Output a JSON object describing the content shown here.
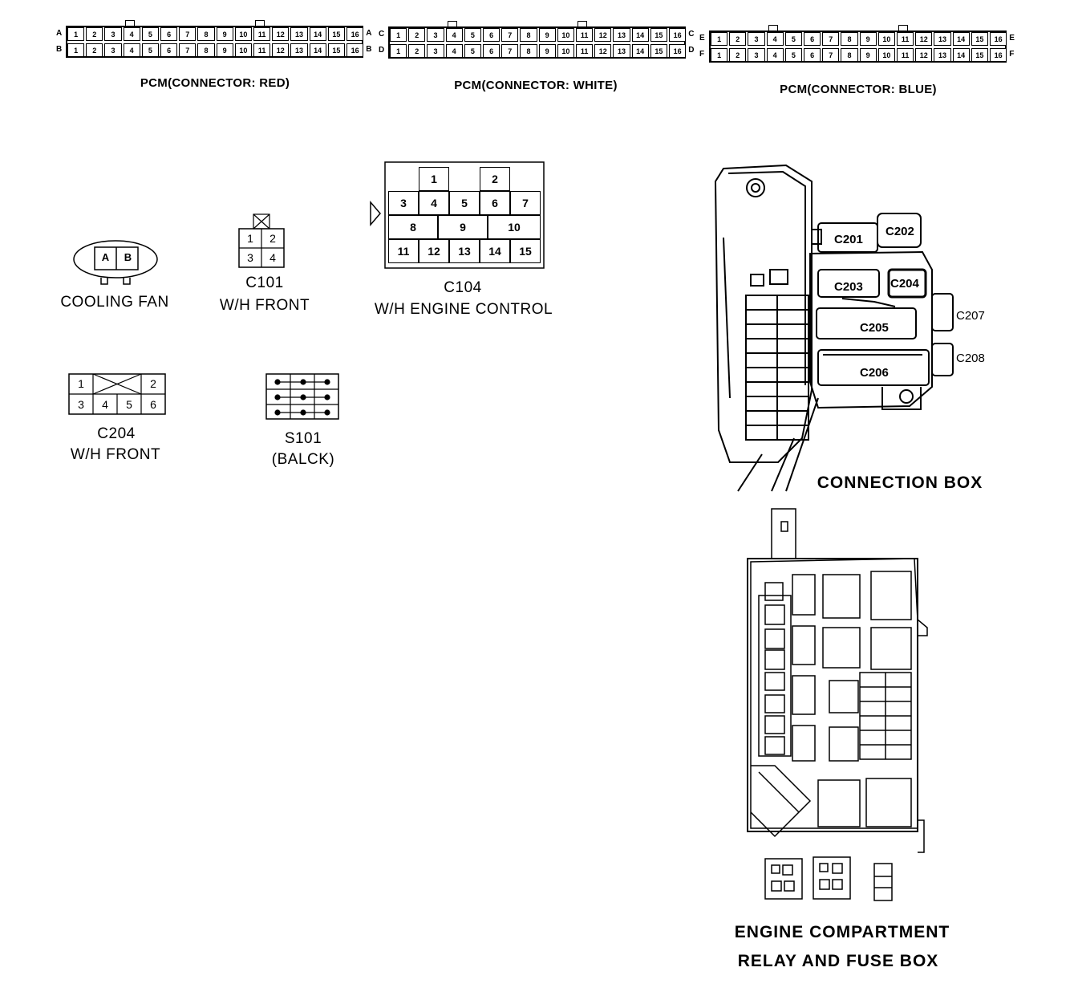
{
  "pcm_connectors": [
    {
      "caption": "PCM(CONNECTOR: RED)",
      "rows": [
        "A",
        "B"
      ],
      "pins": [
        "1",
        "2",
        "3",
        "4",
        "5",
        "6",
        "7",
        "8",
        "9",
        "10",
        "11",
        "12",
        "13",
        "14",
        "15",
        "16"
      ]
    },
    {
      "caption": "PCM(CONNECTOR: WHITE)",
      "rows": [
        "C",
        "D"
      ],
      "pins": [
        "1",
        "2",
        "3",
        "4",
        "5",
        "6",
        "7",
        "8",
        "9",
        "10",
        "11",
        "12",
        "13",
        "14",
        "15",
        "16"
      ]
    },
    {
      "caption": "PCM(CONNECTOR: BLUE)",
      "rows": [
        "E",
        "F"
      ],
      "pins": [
        "1",
        "2",
        "3",
        "4",
        "5",
        "6",
        "7",
        "8",
        "9",
        "10",
        "11",
        "12",
        "13",
        "14",
        "15",
        "16"
      ]
    }
  ],
  "cooling_fan": {
    "caption": "COOLING FAN",
    "pins": [
      "A",
      "B"
    ]
  },
  "c101": {
    "id": "C101",
    "caption": "W/H FRONT",
    "pins": [
      "1",
      "2",
      "3",
      "4"
    ]
  },
  "c104": {
    "id": "C104",
    "caption": "W/H ENGINE CONTROL",
    "pins": [
      "1",
      "2",
      "3",
      "4",
      "5",
      "6",
      "7",
      "8",
      "9",
      "10",
      "11",
      "12",
      "13",
      "14",
      "15"
    ]
  },
  "c204": {
    "id": "C204",
    "caption": "W/H FRONT",
    "pins": [
      "1",
      "2",
      "3",
      "4",
      "5",
      "6"
    ]
  },
  "s101": {
    "id": "S101",
    "caption": "(BALCK)"
  },
  "connection_box": {
    "caption": "CONNECTION BOX",
    "labels": [
      "C201",
      "C202",
      "C203",
      "C204",
      "C205",
      "C206",
      "C207",
      "C208"
    ]
  },
  "engine_box": {
    "caption_line1": "ENGINE COMPARTMENT",
    "caption_line2": "RELAY AND FUSE BOX"
  }
}
